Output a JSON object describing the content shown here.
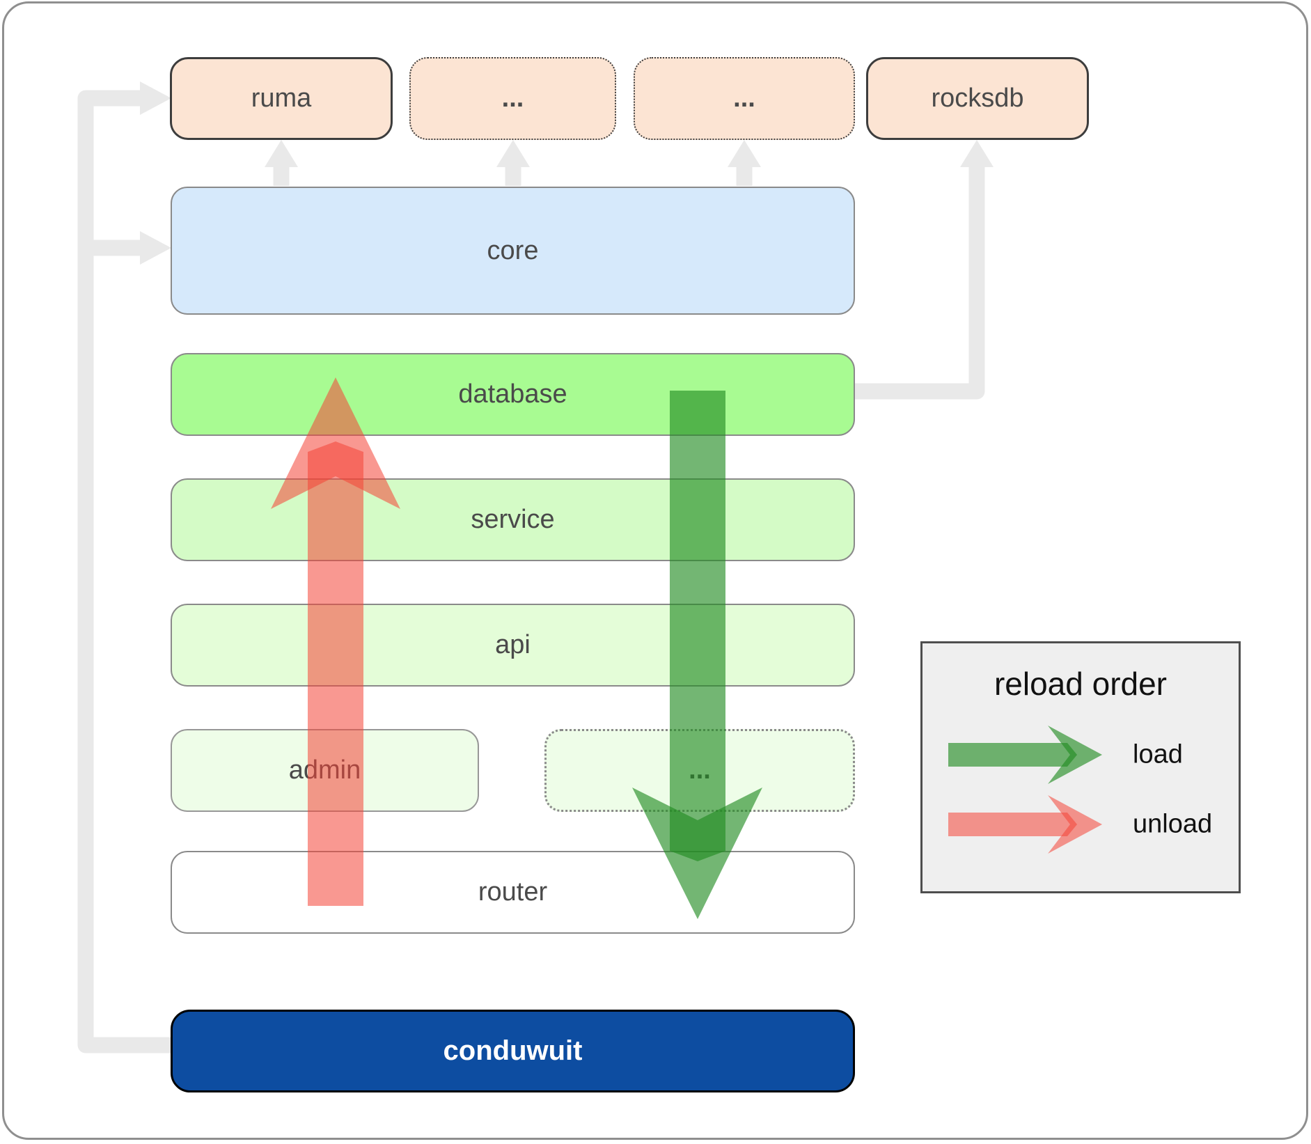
{
  "diagram": {
    "nodes": {
      "ruma": {
        "label": "ruma",
        "border": "solid"
      },
      "dep2": {
        "label": "...",
        "border": "dotted"
      },
      "dep3": {
        "label": "...",
        "border": "dotted"
      },
      "rocksdb": {
        "label": "rocksdb",
        "border": "solid"
      },
      "core": {
        "label": "core"
      },
      "database": {
        "label": "database"
      },
      "service": {
        "label": "service"
      },
      "api": {
        "label": "api"
      },
      "admin": {
        "label": "admin"
      },
      "crate_more": {
        "label": "...",
        "border": "dotted"
      },
      "router": {
        "label": "router"
      },
      "conduwuit": {
        "label": "conduwuit"
      }
    },
    "legend": {
      "title": "reload order",
      "items": [
        {
          "id": "load",
          "label": "load",
          "color": "#228b22"
        },
        {
          "id": "unload",
          "label": "unload",
          "color": "#f44336"
        }
      ]
    },
    "colors": {
      "dependency-fill": "#fce4d3",
      "core-fill": "#d6e9fb",
      "database-fill": "#a8fb92",
      "service-fill": "#d4fbc6",
      "api-fill": "#e4fdd8",
      "admin-fill": "#eefde8",
      "router-fill": "#ffffff",
      "conduwuit-fill": "#0d4da1",
      "connector-gray": "#e9e9e9",
      "legend-bg": "#efefef",
      "load-green": "#228b22",
      "unload-red": "#f44336"
    }
  }
}
